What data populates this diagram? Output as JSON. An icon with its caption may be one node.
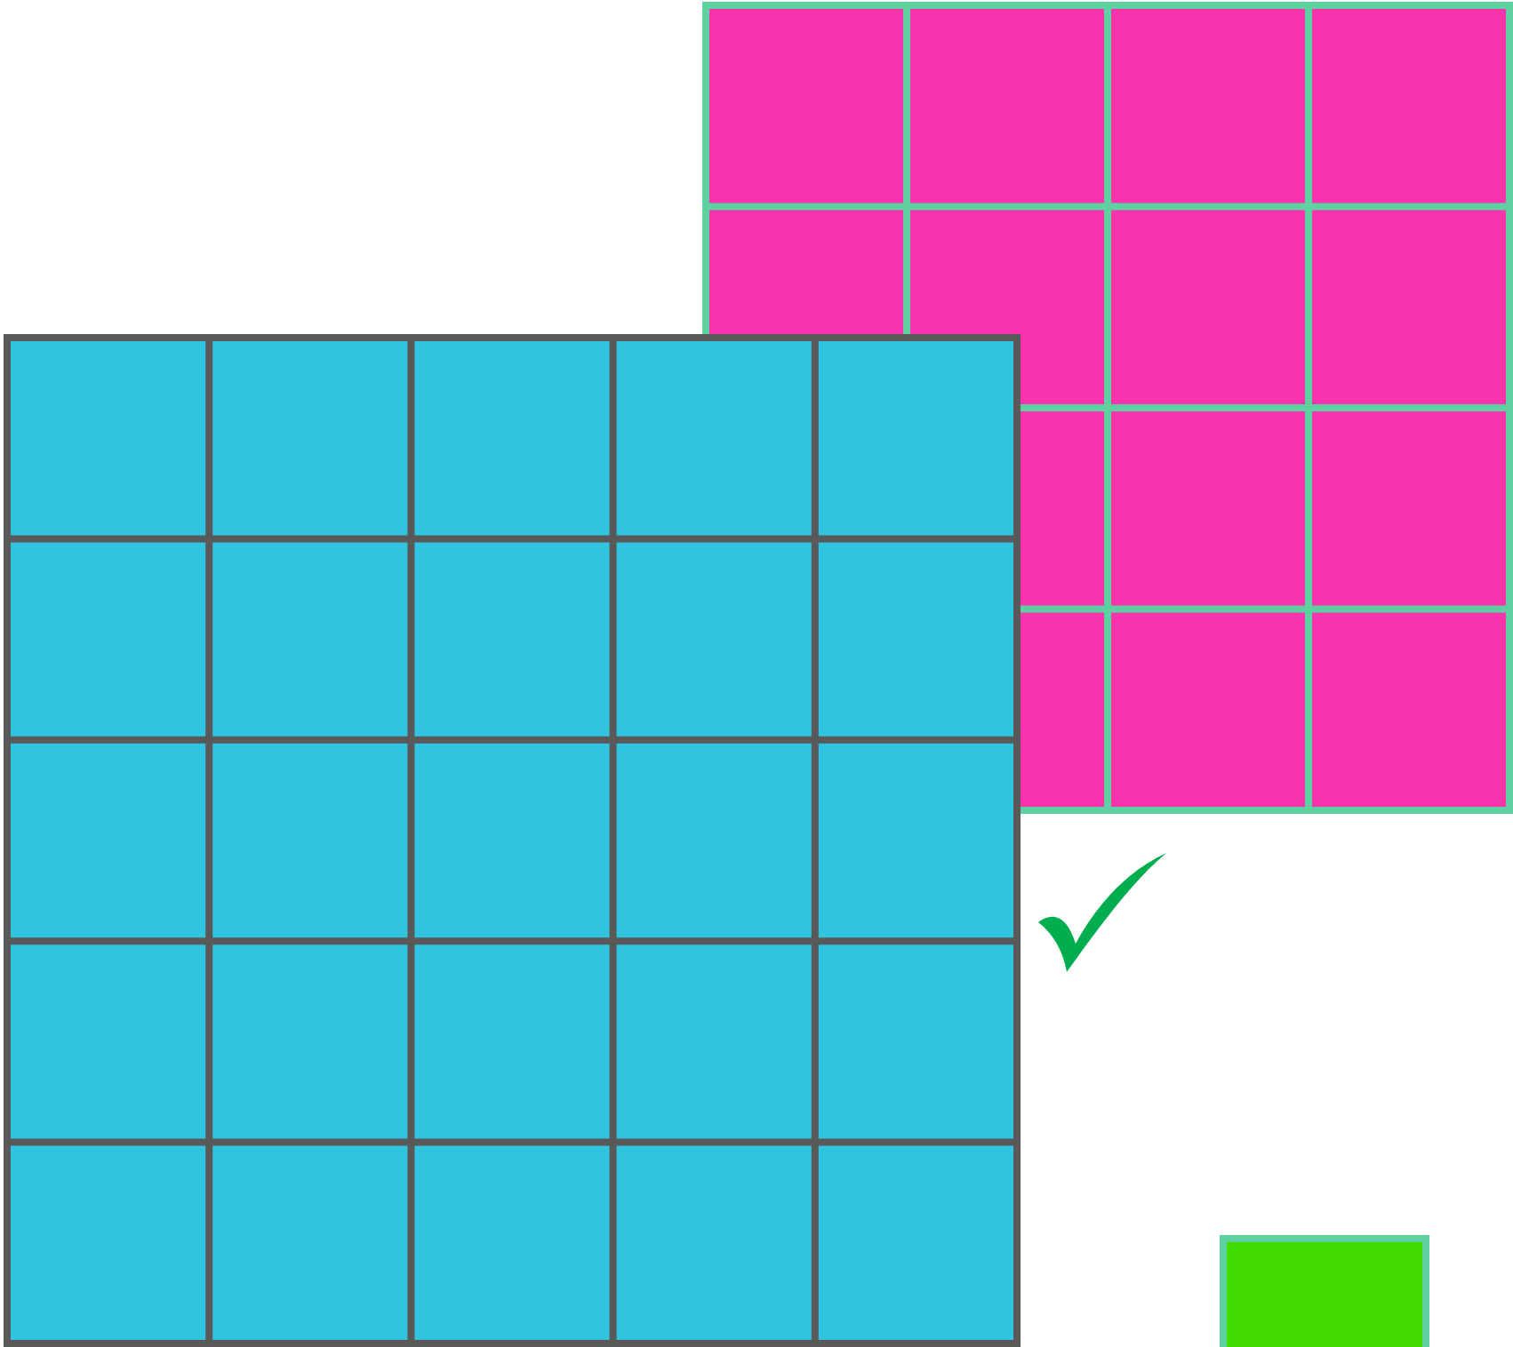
{
  "diagram": {
    "nodes": [
      {
        "text": [],
        "shape": "grid"
      },
      {
        "text": [],
        "shape": "grid"
      },
      {
        "text": [],
        "shape": "box"
      }
    ]
  }
}
